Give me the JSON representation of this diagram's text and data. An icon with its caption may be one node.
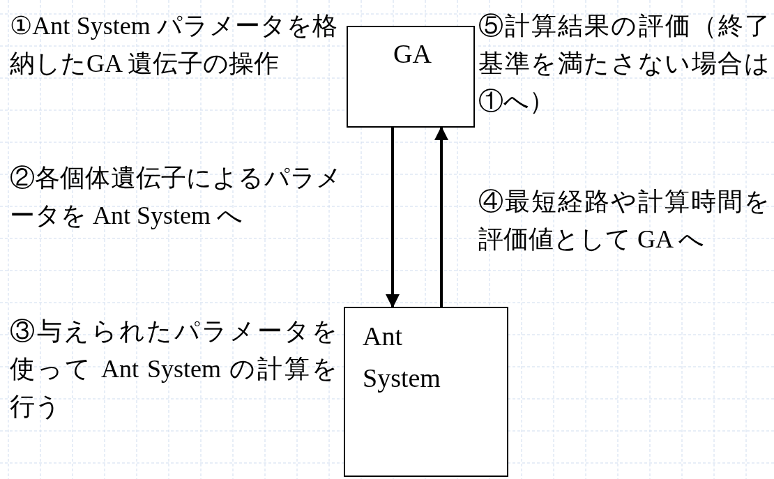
{
  "diagram": {
    "nodes": [
      {
        "text": [
          "GA"
        ]
      },
      {
        "text": [
          "Ant System"
        ]
      }
    ],
    "edges": [
      {
        "from": 0,
        "to": 1,
        "arrow": "to"
      },
      {
        "from": 1,
        "to": 0,
        "arrow": "to"
      }
    ],
    "labels": [
      "①Ant System パラメータを格納したGA 遺伝子の操作",
      "⑤計算結果の評価（終了基準を満たさない場合は①へ）",
      "②各個体遺伝子によるパラメータを Ant System へ",
      "④最短経路や計算時間を評価値として GA へ",
      "③与えられたパラメータを使って Ant System の計算を行う"
    ]
  }
}
